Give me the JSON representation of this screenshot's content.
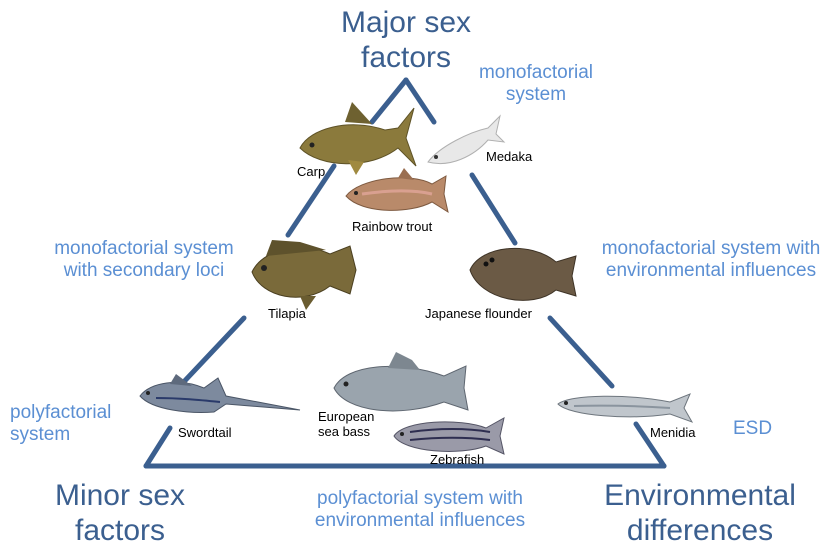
{
  "colors": {
    "triangle": "#3b5f8f",
    "corner_label": "#3b5f8f",
    "system_label": "#5b8fd3",
    "fish_label": "#000000"
  },
  "corners": {
    "top": [
      "Major sex",
      "factors"
    ],
    "bottom_left": [
      "Minor sex",
      "factors"
    ],
    "bottom_right": [
      "Environmental",
      "differences"
    ]
  },
  "systems": {
    "top": [
      "monofactorial",
      "system"
    ],
    "left_upper": [
      "monofactorial system",
      "with secondary loci"
    ],
    "right_upper": [
      "monofactorial system with",
      "environmental influences"
    ],
    "left_lower": [
      "polyfactorial",
      "system"
    ],
    "right_lower": [
      "ESD"
    ],
    "bottom": [
      "polyfactorial system with",
      "environmental influences"
    ]
  },
  "fish": [
    {
      "id": "carp",
      "label": [
        "Carp"
      ],
      "icon": "carp-fish-icon",
      "color": "#8b7a3c"
    },
    {
      "id": "medaka",
      "label": [
        "Medaka"
      ],
      "icon": "medaka-fish-icon",
      "color": "#e8e8e8"
    },
    {
      "id": "rainbow-trout",
      "label": [
        "Rainbow trout"
      ],
      "icon": "rainbow-trout-fish-icon",
      "color": "#b98a6a"
    },
    {
      "id": "tilapia",
      "label": [
        "Tilapia"
      ],
      "icon": "tilapia-fish-icon",
      "color": "#7a6a3a"
    },
    {
      "id": "japanese-flounder",
      "label": [
        "Japanese flounder"
      ],
      "icon": "flounder-fish-icon",
      "color": "#6b5a45"
    },
    {
      "id": "swordtail",
      "label": [
        "Swordtail"
      ],
      "icon": "swordtail-fish-icon",
      "color": "#7d8a9e"
    },
    {
      "id": "european-sea-bass",
      "label": [
        "European",
        "sea bass"
      ],
      "icon": "sea-bass-fish-icon",
      "color": "#9aa4ad"
    },
    {
      "id": "zebrafish",
      "label": [
        "Zebrafish"
      ],
      "icon": "zebrafish-fish-icon",
      "color": "#9a9aa8"
    },
    {
      "id": "menidia",
      "label": [
        "Menidia"
      ],
      "icon": "menidia-fish-icon",
      "color": "#c0c6cc"
    }
  ]
}
